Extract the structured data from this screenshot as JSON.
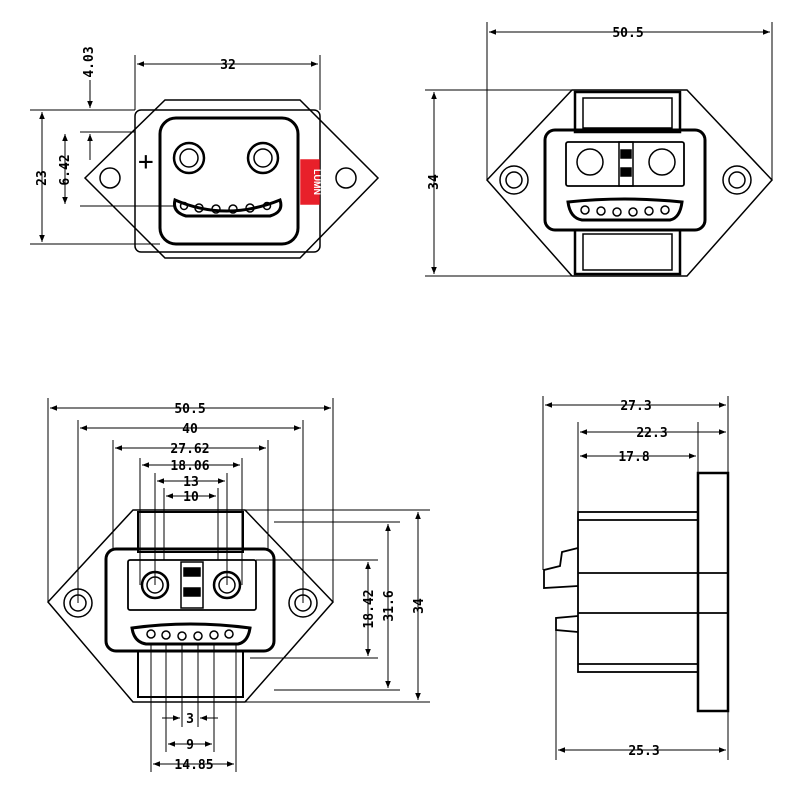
{
  "views": {
    "top_left": {
      "width_label": "32",
      "offset_label": "4.03",
      "height_label": "23",
      "pin_offset_label": "6.42",
      "plus_symbol": "+",
      "red_label": "LUMN"
    },
    "top_right": {
      "width_label": "50.5",
      "height_label": "34"
    },
    "bottom_left": {
      "w_50_5": "50.5",
      "w_40": "40",
      "w_27_62": "27.62",
      "w_18_06": "18.06",
      "w_13": "13",
      "w_10": "10",
      "h_18_42": "18.42",
      "h_31_6": "31.6",
      "h_34": "34",
      "b_3": "3",
      "b_9": "9",
      "b_14_85": "14.85"
    },
    "bottom_right": {
      "w_27_3": "27.3",
      "w_22_3": "22.3",
      "w_17_8": "17.8",
      "w_25_3": "25.3"
    }
  },
  "colors": {
    "line": "#000000",
    "accent_red": "#e8202a"
  }
}
